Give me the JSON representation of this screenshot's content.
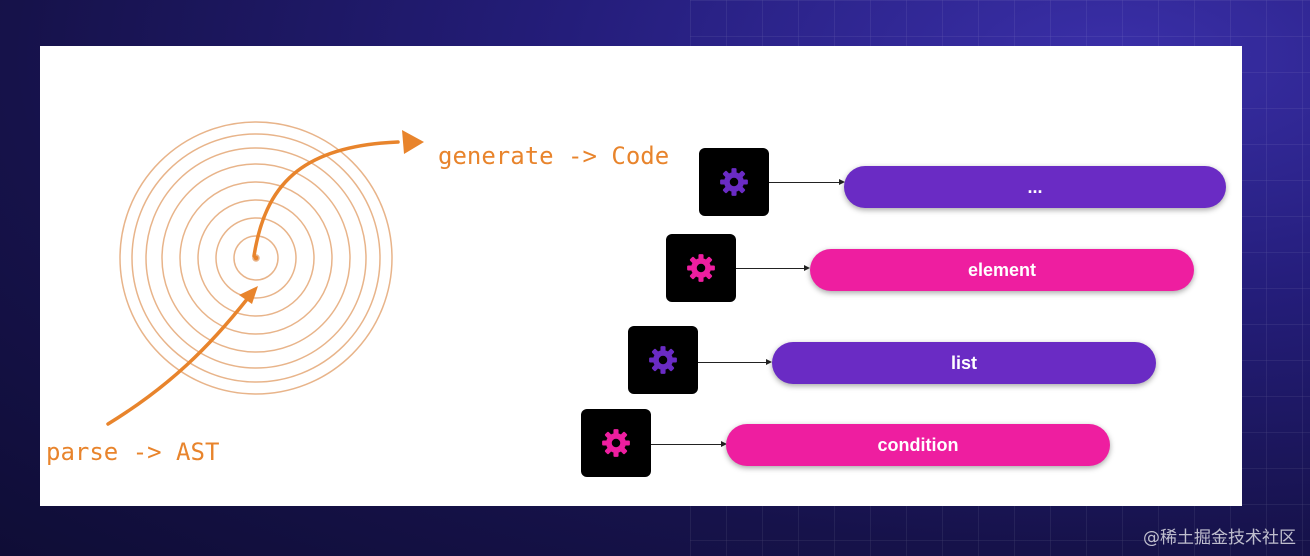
{
  "diagram": {
    "labels": {
      "generate": "generate -> Code",
      "parse": "parse -> AST"
    },
    "nodes": [
      {
        "label": "...",
        "color": "#6a2bc4",
        "gear_color": "#6a2bc4"
      },
      {
        "label": "element",
        "color": "#ee1ea0",
        "gear_color": "#ee1ea0"
      },
      {
        "label": "list",
        "color": "#6a2bc4",
        "gear_color": "#6a2bc4"
      },
      {
        "label": "condition",
        "color": "#ee1ea0",
        "gear_color": "#ee1ea0"
      }
    ],
    "accent": "#e8842c"
  },
  "watermark": "@稀土掘金技术社区"
}
